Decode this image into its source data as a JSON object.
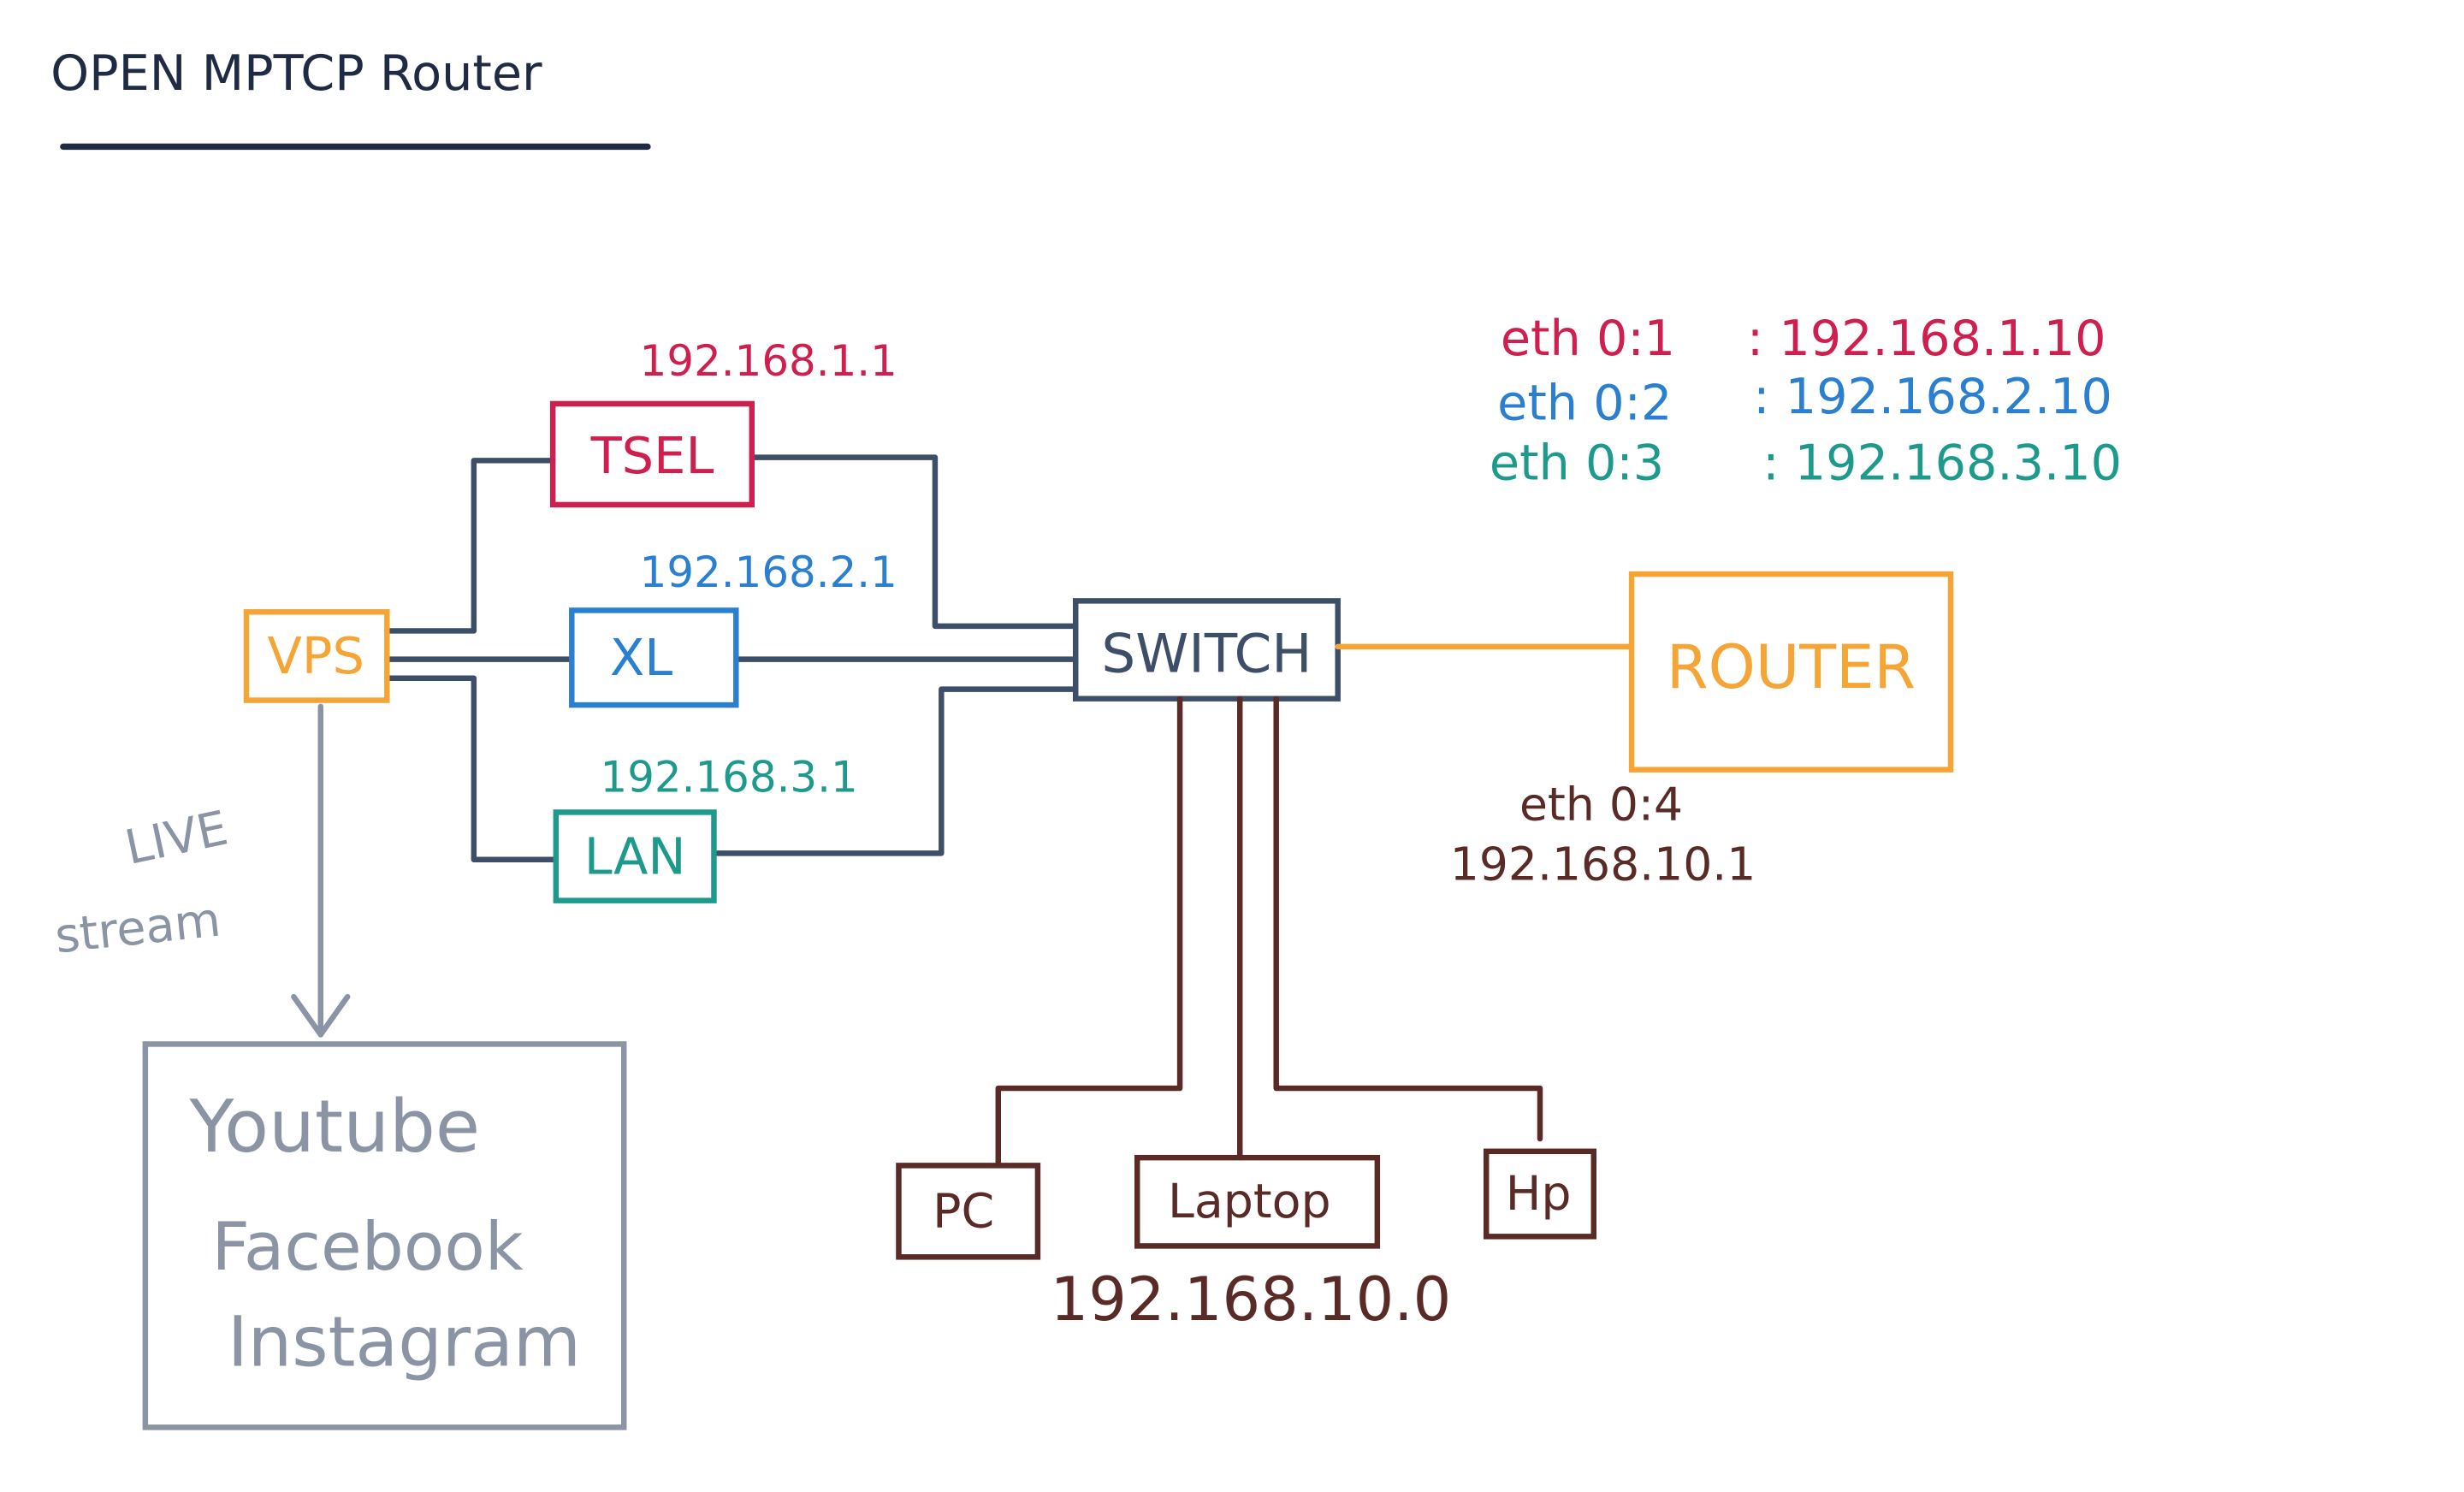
{
  "title": "OPEN MPTCP Router",
  "colors": {
    "navy": "#1f2a44",
    "slate": "#3d4e68",
    "red": "#cf1f4f",
    "blue": "#2a7fd0",
    "teal": "#1e9a8c",
    "orange": "#f5a536",
    "brown": "#5a2a26",
    "gray": "#8a94a4"
  },
  "nodes": {
    "tsel": {
      "label": "TSEL",
      "ip": "192.168.1.1"
    },
    "xl": {
      "label": "XL",
      "ip": "192.168.2.1"
    },
    "lan": {
      "label": "LAN",
      "ip": "192.168.3.1"
    },
    "vps": {
      "label": "VPS"
    },
    "switch": {
      "label": "SWITCH"
    },
    "router": {
      "label": "ROUTER",
      "iface": "eth 0:4",
      "ip": "192.168.10.1"
    },
    "pc": {
      "label": "PC"
    },
    "laptop": {
      "label": "Laptop"
    },
    "hp": {
      "label": "Hp"
    },
    "subnet": {
      "label": "192.168.10.0"
    }
  },
  "eth_aliases": [
    {
      "iface": "eth 0:1",
      "ip": ": 192.168.1.10"
    },
    {
      "iface": "eth 0:2",
      "ip": ": 192.168.2.10"
    },
    {
      "iface": "eth 0:3",
      "ip": ": 192.168.3.10"
    }
  ],
  "stream": {
    "label_line1": "LIVE",
    "label_line2": "stream",
    "platforms": [
      "Youtube",
      "Facebook",
      "Instagram"
    ]
  }
}
